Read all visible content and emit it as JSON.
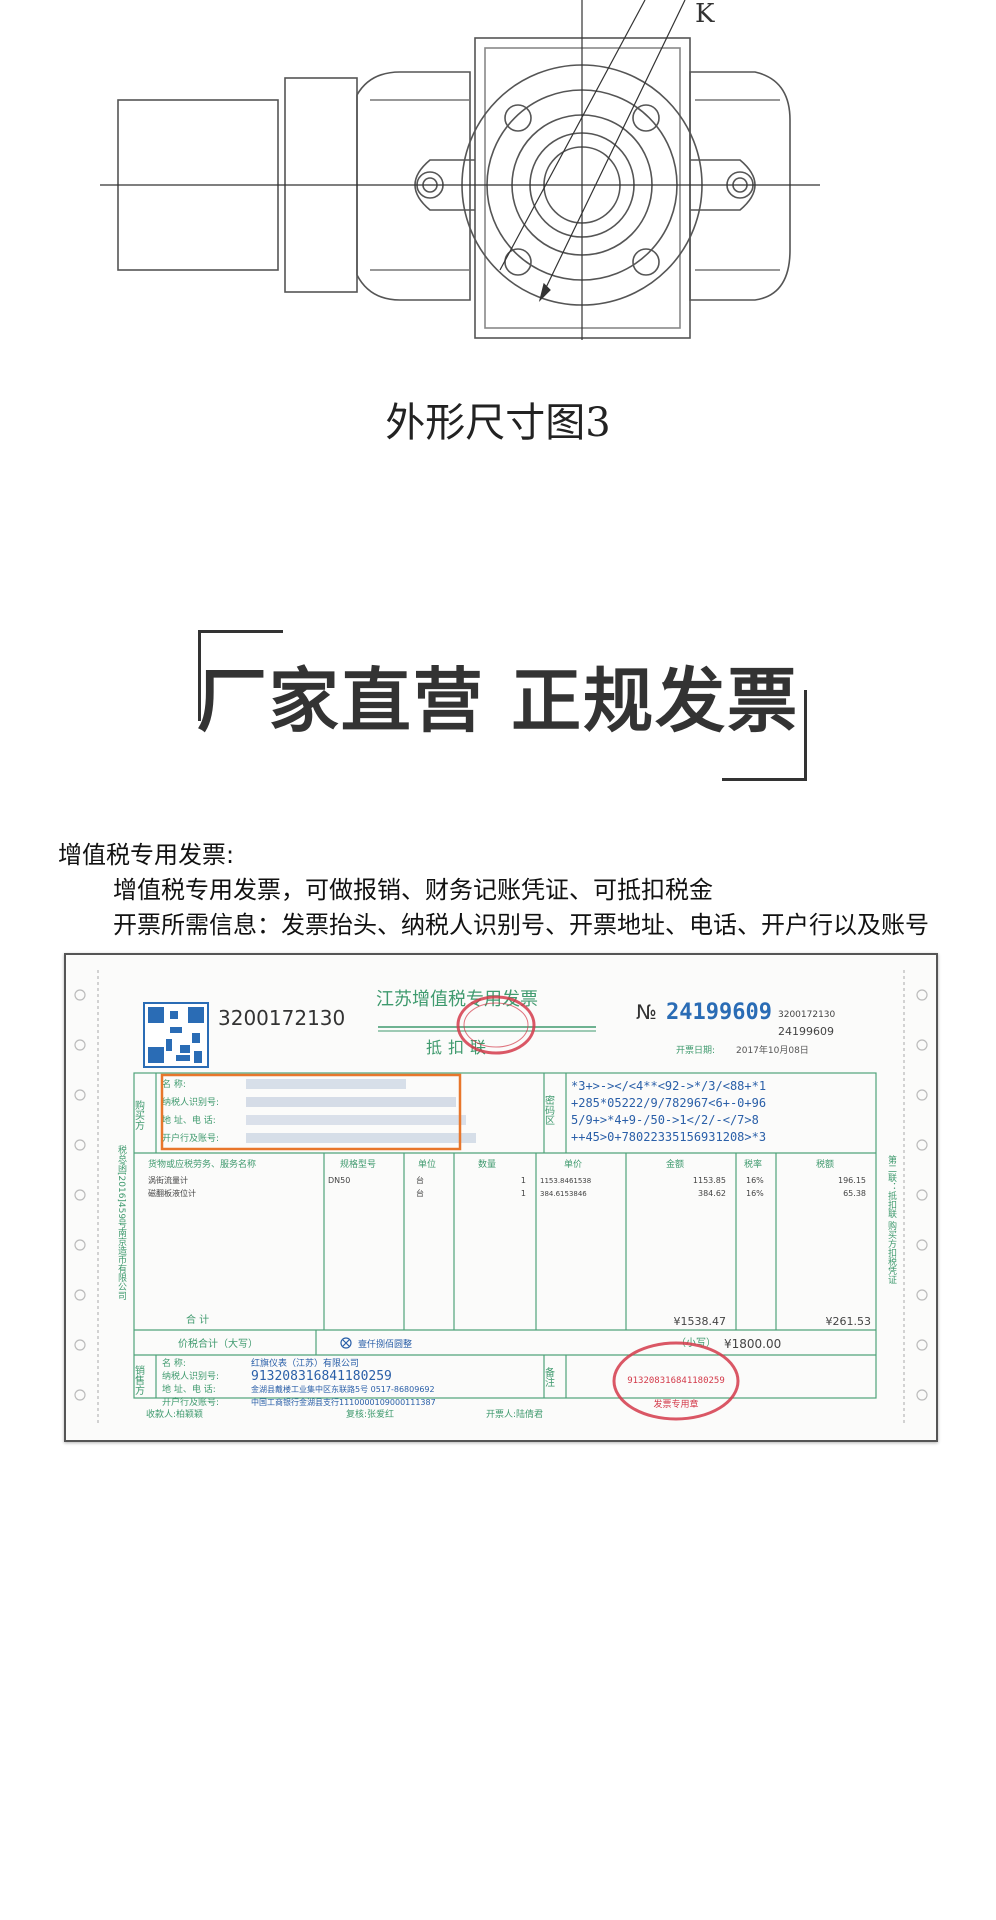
{
  "drawing": {
    "dimension_label": "K"
  },
  "caption": "外形尺寸图3",
  "headline": "厂家直营  正规发票",
  "info": {
    "heading": "增值税专用发票:",
    "line1": "增值税专用发票，可做报销、财务记账凭证、可抵扣税金",
    "line2": "开票所需信息：发票抬头、纳税人识别号、开票地址、电话、开户行以及账号"
  },
  "invoice": {
    "code_left": "3200172130",
    "title": "江苏增值税专用发票",
    "subtitle": "抵扣联",
    "number_symbol": "№",
    "number": "24199609",
    "code_right_1": "3200172130",
    "code_right_2": "24199609",
    "date_label": "开票日期:",
    "date_value": "2017年10月08日",
    "buyer_side": "购买方",
    "buyer_labels": [
      "名    称:",
      "纳税人识别号:",
      "地 址、电 话:",
      "开户行及账号:"
    ],
    "cipher_side": "密码区",
    "cipher_lines": [
      "*3+>-></<4**<92->*/3/<88+*1",
      "+285*05222/9/782967<6+-0+96",
      "5/9+>*4+9-/50->1</2/-</7>8",
      "++45>0+78022335156931208>*3"
    ],
    "headers": [
      "货物或应税劳务、服务名称",
      "规格型号",
      "单位",
      "数量",
      "单价",
      "金额",
      "税率",
      "税额"
    ],
    "rows": [
      {
        "name": "涡街流量计",
        "spec": "DN50",
        "unit": "台",
        "qty": "1",
        "price": "1153.8461538",
        "amount": "1153.85",
        "rate": "16%",
        "tax": "196.15"
      },
      {
        "name": "磁翻板液位计",
        "spec": "",
        "unit": "台",
        "qty": "1",
        "price": "384.6153846",
        "amount": "384.62",
        "rate": "16%",
        "tax": "65.38"
      }
    ],
    "sum_label": "合    计",
    "sum_amount": "¥1538.47",
    "sum_tax": "¥261.53",
    "total_label": "价税合计（大写）",
    "total_words": "壹仟捌佰圆整",
    "small_label": "（小写）",
    "total_small": "¥1800.00",
    "seller_side": "销售方",
    "seller_labels": [
      "名    称:",
      "纳税人识别号:",
      "地 址、电 话:",
      "开户行及账号:"
    ],
    "seller_name": "红旗仪表（江苏）有限公司",
    "seller_tax_id": "913208316841180259",
    "seller_address": "金湖县戴楼工业集中区东联路5号 0517-86809692",
    "seller_bank": "中国工商银行金湖县支行1110000109000111387",
    "remark_side": "备注",
    "payee": "收款人:柏颖颖",
    "reviewer": "复核:张爱红",
    "drawer": "开票人:陆倩君",
    "seal_text": "913208316841180259",
    "seal_label": "发票专用章",
    "left_margin_text": "税总函[2016]459号南京造币有限公司",
    "right_margin_text": "第二联：抵扣联 购买方扣税凭证"
  },
  "colors": {
    "invoice_line": "#4fa37a",
    "invoice_print": "#1f5fb0",
    "seal": "#d33a4a",
    "highlight": "#e8762b"
  }
}
